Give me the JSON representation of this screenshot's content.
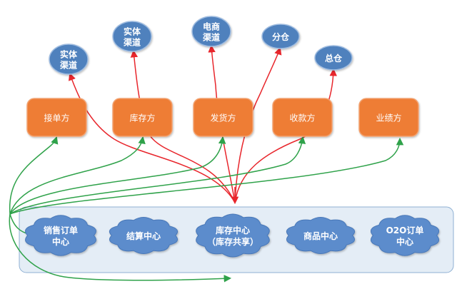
{
  "colors": {
    "channel_fill": "#4f81bd",
    "channel_stroke": "#9fbce0",
    "role_fill": "#ee7d36",
    "role_stroke": "#f2a26f",
    "cloud_fill": "#5b8ccc",
    "container_fill": "#e4edf6",
    "container_stroke": "#8fb0d3",
    "arrow_red": "#e8262c",
    "arrow_green": "#2fa24a"
  },
  "channels": [
    {
      "id": "channel-1",
      "lines": [
        "实体",
        "渠道"
      ]
    },
    {
      "id": "channel-2",
      "lines": [
        "实体",
        "渠道"
      ]
    },
    {
      "id": "channel-3",
      "lines": [
        "电商",
        "渠道"
      ]
    },
    {
      "id": "channel-4",
      "lines": [
        "分仓"
      ]
    },
    {
      "id": "channel-5",
      "lines": [
        "总仓"
      ]
    }
  ],
  "roles": [
    {
      "id": "role-1",
      "label": "接单方"
    },
    {
      "id": "role-2",
      "label": "库存方"
    },
    {
      "id": "role-3",
      "label": "发货方"
    },
    {
      "id": "role-4",
      "label": "收款方"
    },
    {
      "id": "role-5",
      "label": "业绩方"
    }
  ],
  "centers": [
    {
      "id": "center-1",
      "lines": [
        "销售订单",
        "中心"
      ]
    },
    {
      "id": "center-2",
      "lines": [
        "结算中心"
      ]
    },
    {
      "id": "center-3",
      "lines": [
        "库存中心",
        "（库存共享）"
      ]
    },
    {
      "id": "center-4",
      "lines": [
        "商品中心"
      ]
    },
    {
      "id": "center-5",
      "lines": [
        "O2O订单",
        "中心"
      ]
    }
  ]
}
